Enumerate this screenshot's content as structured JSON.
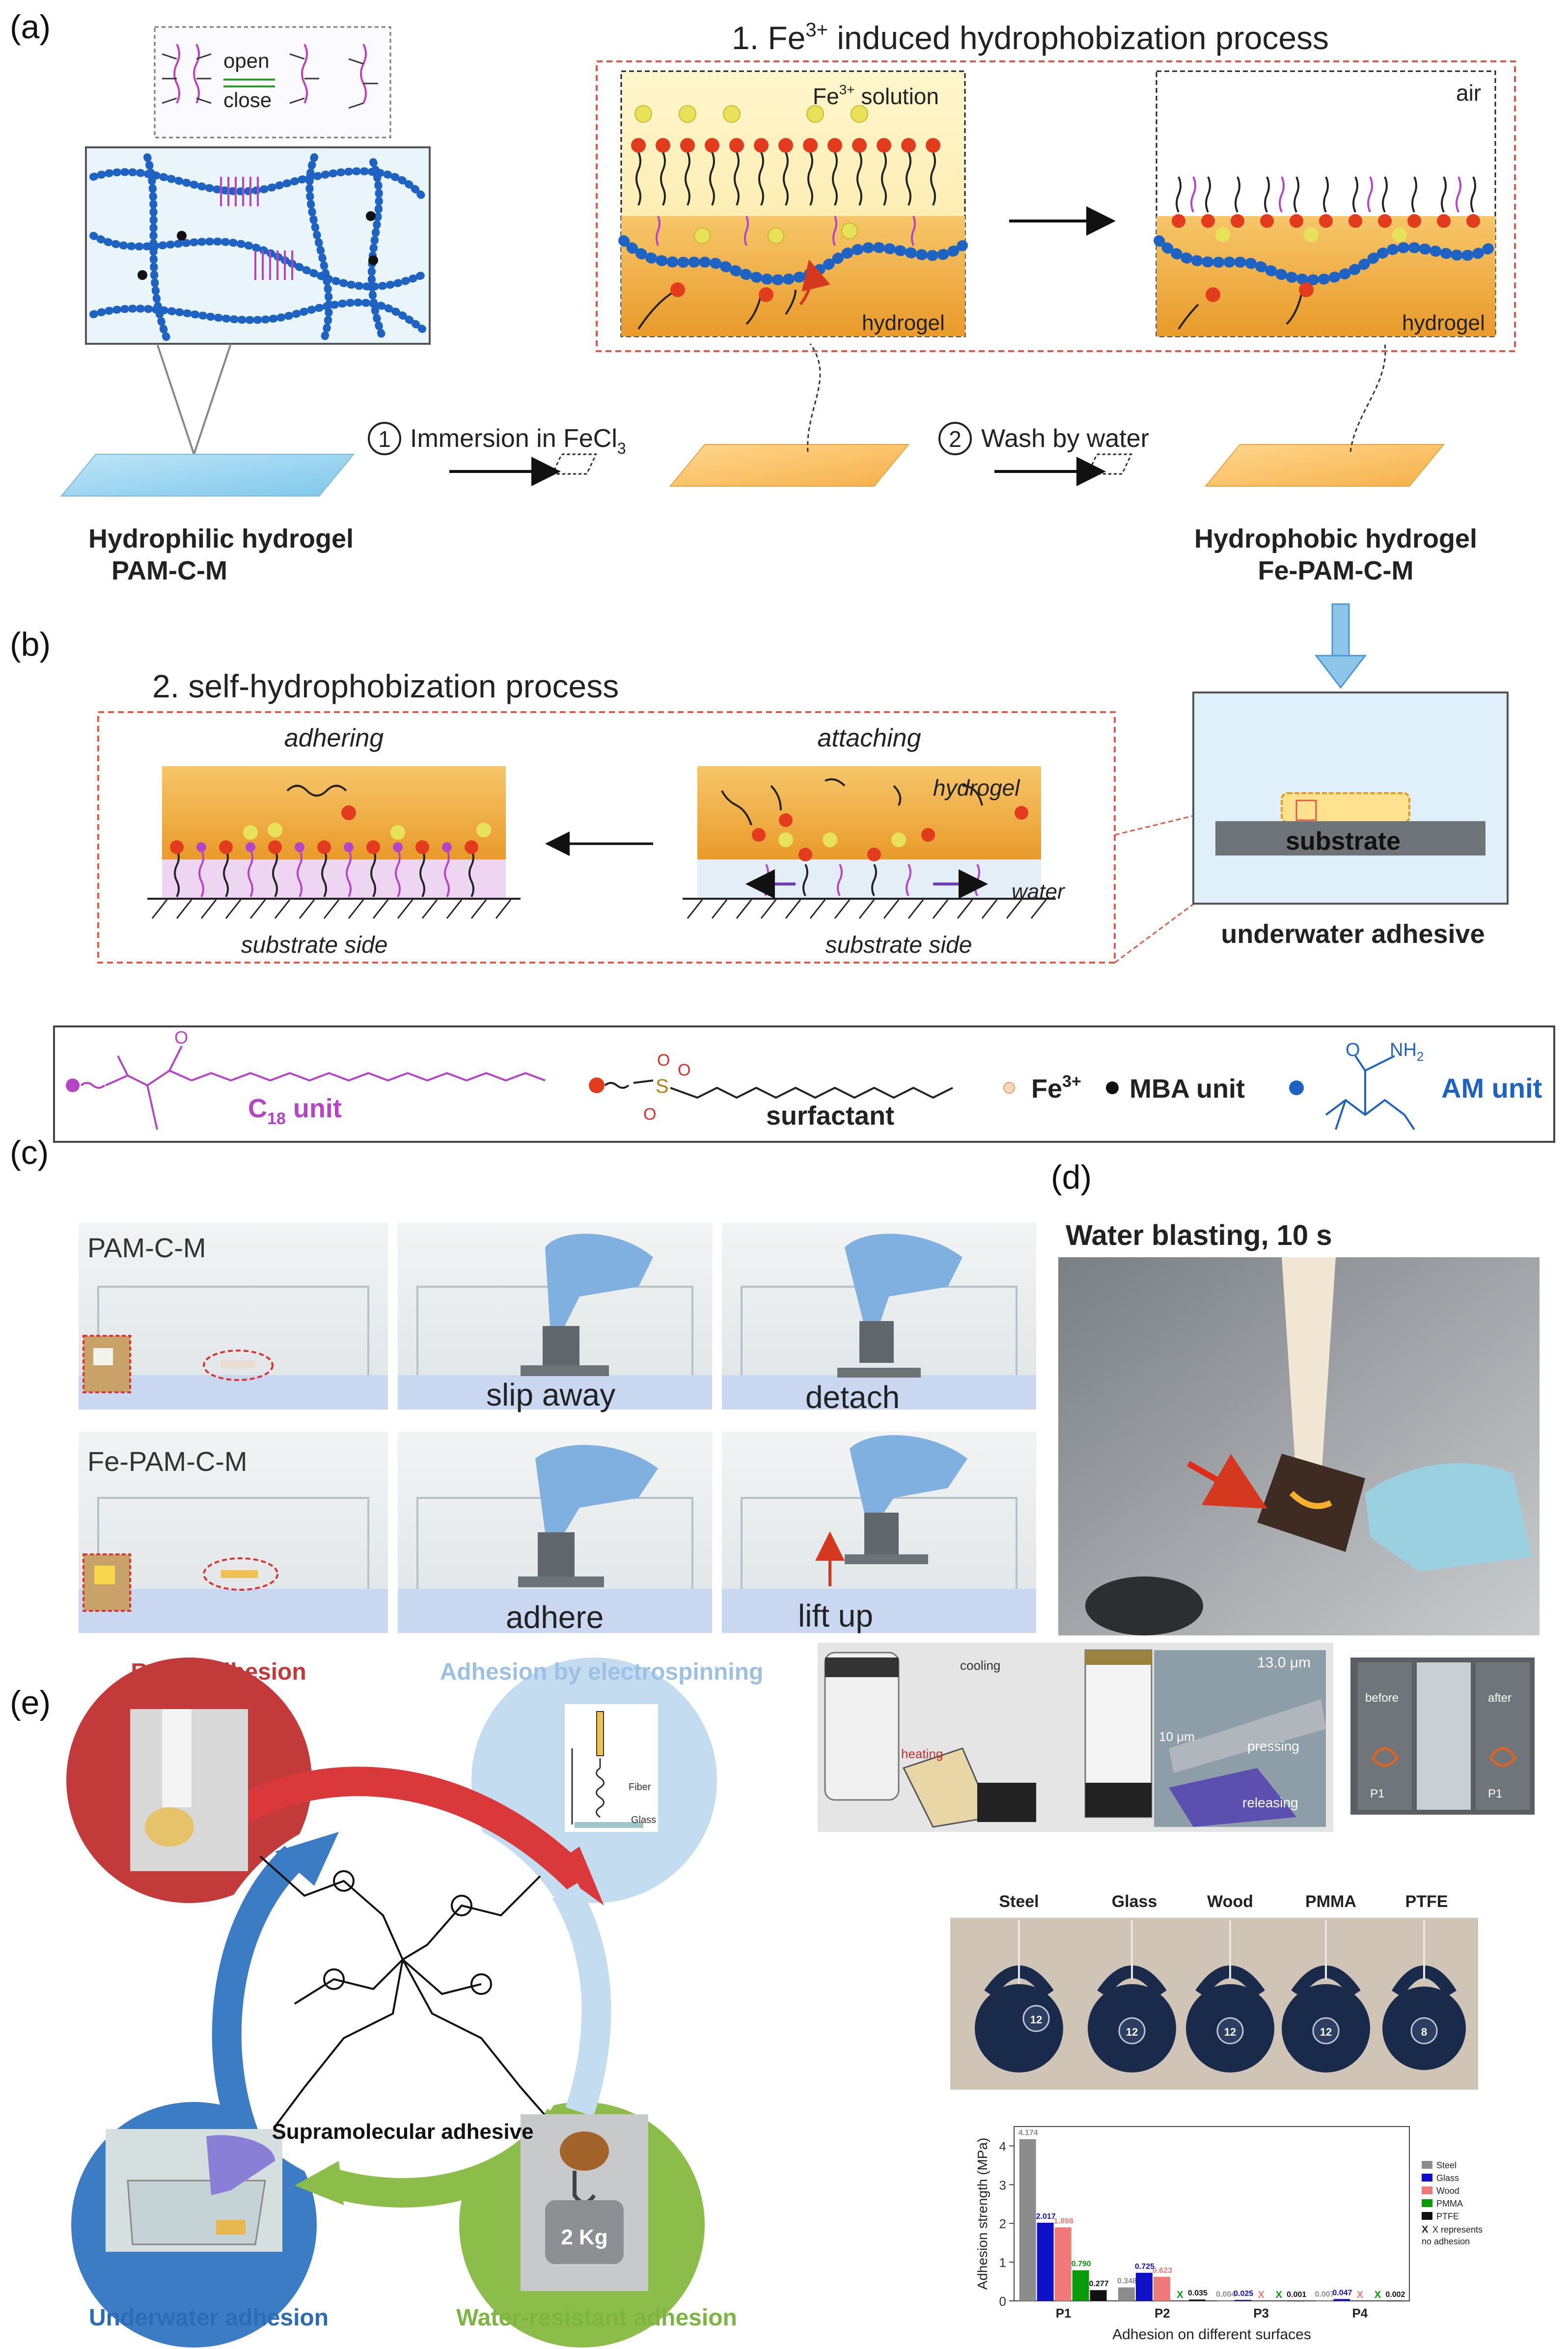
{
  "panel_labels": {
    "a": "(a)",
    "b": "(b)",
    "c": "(c)",
    "d": "(d)",
    "e": "(e)"
  },
  "panel_a": {
    "section_title_num": "1. Fe",
    "section_title_sup": "3+",
    "section_title_rest": " induced hydrophobization process",
    "open_label": "open",
    "close_label": "close",
    "fe_solution_pre": "Fe",
    "fe_solution_sup": "3+",
    "fe_solution_post": " solution",
    "air_label": "air",
    "hydrogel_label": "hydrogel",
    "step1_num": "1",
    "step1_text": "Immersion in FeCl",
    "step1_sub": "3",
    "step2_num": "2",
    "step2_text": "Wash by water",
    "left_caption_1": "Hydrophilic hydrogel",
    "left_caption_2": "PAM-C-M",
    "right_caption_1": "Hydrophobic hydrogel",
    "right_caption_2": "Fe-PAM-C-M"
  },
  "panel_b": {
    "section_title": "2. self-hydrophobization process",
    "adhering": "adhering",
    "attaching": "attaching",
    "hydrogel": "hydrogel",
    "water": "water",
    "substrate_side": "substrate side",
    "substrate": "substrate",
    "underwater_adhesive": "underwater adhesive"
  },
  "legend": {
    "c18_pre": "C",
    "c18_sub": "18",
    "c18_post": " unit",
    "surfactant": "surfactant",
    "fe_pre": "Fe",
    "fe_sup": "3+",
    "mba": "MBA unit",
    "am": "AM unit",
    "nh2": "NH",
    "nh2_sub": "2",
    "o_label": "O"
  },
  "panel_c": {
    "row1_label": "PAM-C-M",
    "row2_label": "Fe-PAM-C-M",
    "slip_away": "slip away",
    "detach": "detach",
    "adhere": "adhere",
    "lift_up": "lift up"
  },
  "panel_d": {
    "title": "Water blasting, 10 s"
  },
  "panel_e": {
    "rapid": "Rapid adhesion",
    "electrospinning": "Adhesion  by electrospinning",
    "underwater": "Underwater adhesion",
    "water_resistant": "Water-resistant adhesion",
    "supramolecular": "Supramolecular adhesive",
    "fiber": "Fiber",
    "glass": "Glass",
    "weight": "2 Kg",
    "cooling": "cooling",
    "heating": "heating",
    "pressing": "pressing",
    "releasing": "releasing",
    "thickness": "13.0 μm",
    "scale": "10 μm",
    "before": "before",
    "after": "after",
    "p1": "P1",
    "surfaces": [
      "Steel",
      "Glass",
      "Wood",
      "PMMA",
      "PTFE"
    ],
    "kettle_labels": [
      "12",
      "12",
      "12",
      "12",
      "8"
    ]
  },
  "chart_data": {
    "type": "bar",
    "categories": [
      "P1",
      "P2",
      "P3",
      "P4"
    ],
    "series": [
      {
        "name": "Steel",
        "color": "#8c8c8c",
        "values": [
          4.174,
          0.348,
          0.004,
          0.007
        ],
        "labels": [
          "4.174",
          "0.348",
          "0.004",
          "0.007"
        ]
      },
      {
        "name": "Glass",
        "color": "#1010c8",
        "values": [
          2.017,
          0.725,
          0.025,
          0.047
        ],
        "labels": [
          "2.017",
          "0.725",
          "0.025",
          "0.047"
        ]
      },
      {
        "name": "Wood",
        "color": "#f07a7a",
        "values": [
          1.898,
          0.623,
          null,
          null
        ],
        "labels": [
          "1.898",
          "0.623",
          "X",
          "X"
        ]
      },
      {
        "name": "PMMA",
        "color": "#0a9a0a",
        "values": [
          0.79,
          null,
          null,
          null
        ],
        "labels": [
          "0.790",
          "X",
          "X",
          "X"
        ]
      },
      {
        "name": "PTFE",
        "color": "#111111",
        "values": [
          0.277,
          0.035,
          0.001,
          0.002
        ],
        "labels": [
          "0.277",
          "0.035",
          "0.001",
          "0.002"
        ]
      }
    ],
    "xlabel": "Adhesion on different surfaces",
    "ylabel": "Adhesion strength (MPa)",
    "ylim": [
      0,
      4.5
    ],
    "yticks": [
      "0",
      "1",
      "2",
      "3",
      "4"
    ],
    "legend_note_1": "X represents",
    "legend_note_2": "no adhesion",
    "legend_x": "X",
    "legend_position": "right"
  }
}
